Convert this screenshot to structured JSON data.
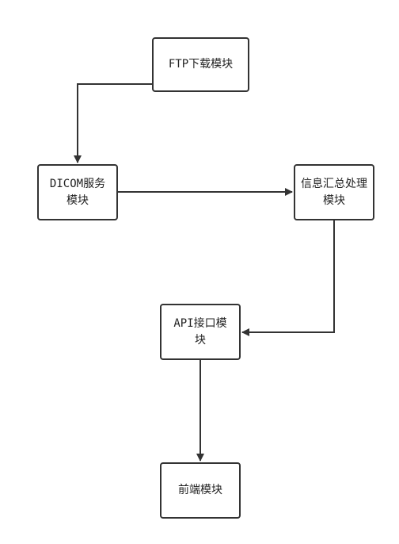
{
  "nodes": {
    "ftp": "FTP下载模块",
    "dicom": "DICOM服务模块",
    "info": "信息汇总处理模块",
    "api": "API接口模块",
    "front": "前端模块"
  },
  "colors": {
    "stroke": "#333333",
    "text": "#222222",
    "background": "#ffffff"
  }
}
